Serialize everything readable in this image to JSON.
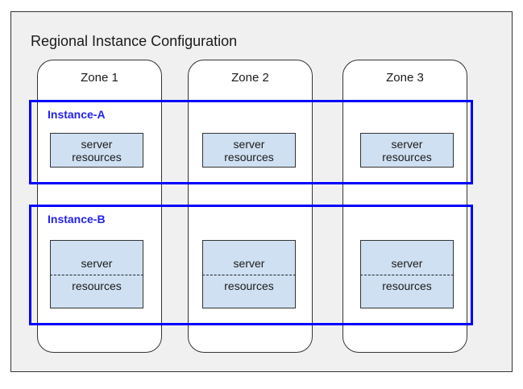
{
  "region": {
    "title": "Regional Instance Configuration",
    "background_color": "#f0f0f0",
    "border_color": "#333333"
  },
  "zones": [
    {
      "label": "Zone 1"
    },
    {
      "label": "Zone 2"
    },
    {
      "label": "Zone 3"
    }
  ],
  "instances": [
    {
      "label": "Instance-A",
      "outline_color": "#0000ff",
      "replicated": false,
      "nodes": [
        {
          "line1": "server",
          "line2": "resources"
        },
        {
          "line1": "server",
          "line2": "resources"
        },
        {
          "line1": "server",
          "line2": "resources"
        }
      ]
    },
    {
      "label": "Instance-B",
      "outline_color": "#0000ff",
      "replicated": true,
      "nodes": [
        {
          "line1": "server",
          "line2": "resources"
        },
        {
          "line1": "server",
          "line2": "resources"
        },
        {
          "line1": "server",
          "line2": "resources"
        }
      ]
    }
  ],
  "colors": {
    "node_fill": "#cfe0f2",
    "node_border": "#333333",
    "instance_label": "#2222ee",
    "text": "#1a1a1a",
    "canvas": "#ffffff"
  }
}
